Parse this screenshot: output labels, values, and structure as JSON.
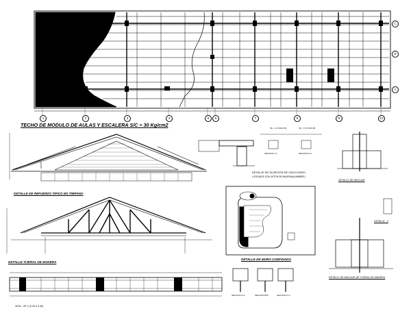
{
  "roof_plan": {
    "grid_numbers": [
      "1",
      "2",
      "3",
      "4",
      "5",
      "6",
      "7",
      "8",
      "9",
      "10"
    ],
    "grid_letters": [
      "A",
      "B",
      "C"
    ]
  },
  "titles": {
    "roof_title": "TECHO DE MODULO DE  AULAS Y ESCALERA S/C = 30 Kg/cm2",
    "tympanum_detail": "DETALLE DE REFUERZO TIPICO EN TIMPANO",
    "truss_detail": "DETALLE  TIJERAL DE MADERA",
    "beam_label": "VIGA - VP-1 (0.25 X 0.40)",
    "ceiling_detail": "DETALLE DE SUJECION DE CIELO RASO",
    "ceiling_note": "( SOCADOS CON LISTON DE MADERA/ALAMBRES )",
    "wall_detail": "DETALLE DE MURO CONFINADO",
    "anchor_detail_1": "DETALLE DE ANCLAJE",
    "anchor_detail_2": "DETALLE DE ANCLAJE DE TIJERAL DE MADERA",
    "detail_2": "DETALLE - 2",
    "section_labels": [
      "SECCION 1-1",
      "SECCION 2-2"
    ],
    "small_sections": [
      "SECCION A-A",
      "SECCION B-B",
      "SECCION C-C"
    ],
    "top_small": [
      "VE - 1  (0.15x0.30)",
      "VE - 2  (0.15x0.30)"
    ]
  }
}
